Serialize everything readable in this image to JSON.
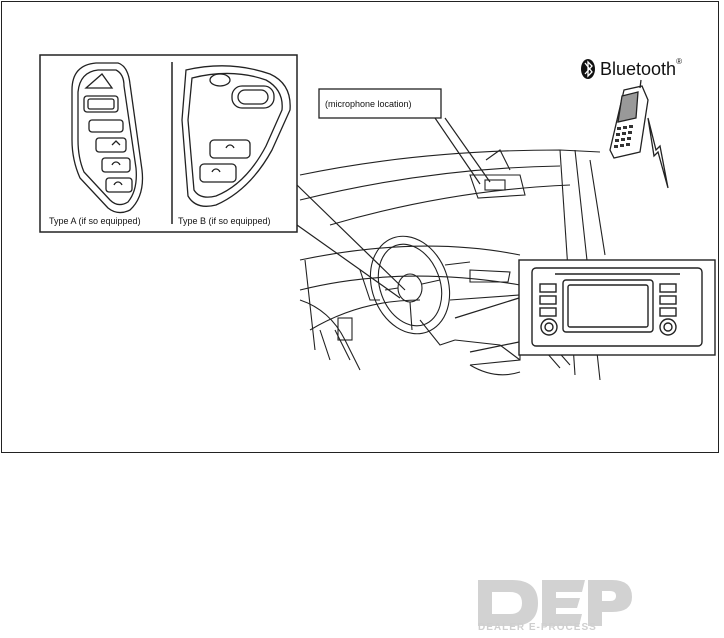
{
  "labels": {
    "microphone_location": "(microphone location)",
    "type_a": "Type A (if so equipped)",
    "type_b": "Type B (if so equipped)",
    "bluetooth": "Bluetooth",
    "bluetooth_reg": "®"
  },
  "watermark": {
    "logo_text": "DEP",
    "sub_text": "DEALER E-PROCESS"
  },
  "icons": [
    "bluetooth-icon",
    "mobile-phone-icon",
    "signal-bolt-icon"
  ],
  "colors": {
    "line": "#222222",
    "watermark": "#d2d2d2"
  }
}
